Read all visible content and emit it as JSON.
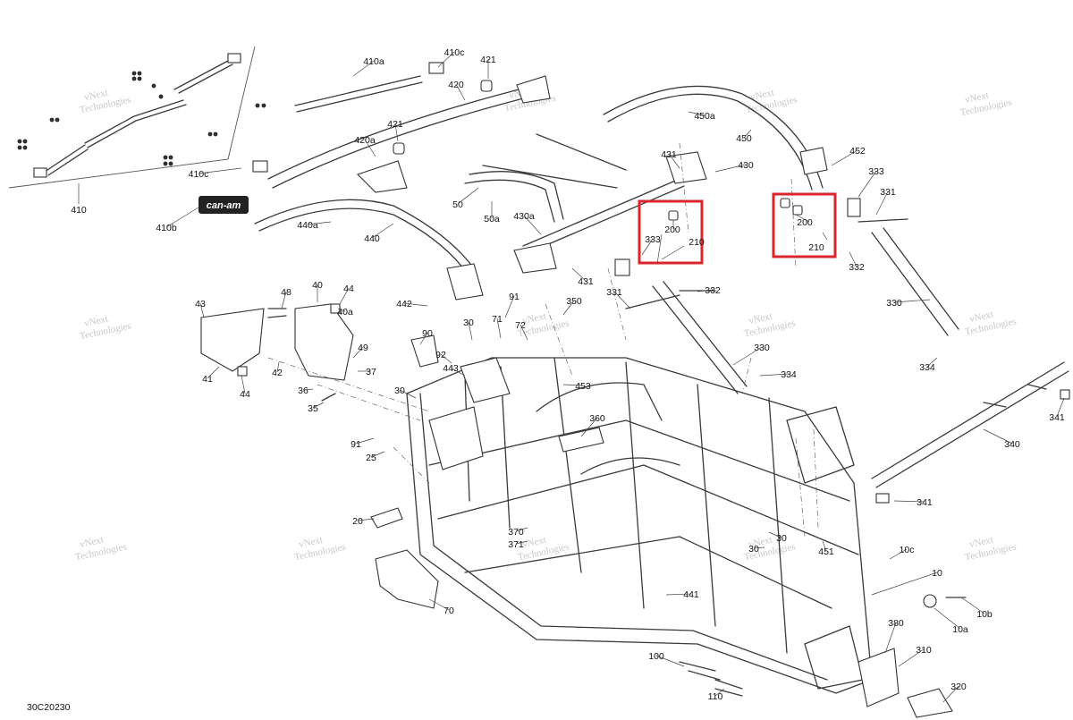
{
  "diagram": {
    "code": "30C20230",
    "logo_text": "can-am",
    "watermark": [
      "vNext",
      "Technologies"
    ],
    "highlight_color": "#d9262c",
    "labels": [
      {
        "id": "410a",
        "text": "410a"
      },
      {
        "id": "410c",
        "text": "410c"
      },
      {
        "id": "421a",
        "text": "421"
      },
      {
        "id": "420",
        "text": "420"
      },
      {
        "id": "421b",
        "text": "421"
      },
      {
        "id": "420a",
        "text": "420a"
      },
      {
        "id": "410c2",
        "text": "410c"
      },
      {
        "id": "410",
        "text": "410"
      },
      {
        "id": "410b",
        "text": "410b"
      },
      {
        "id": "50",
        "text": "50"
      },
      {
        "id": "50a",
        "text": "50a"
      },
      {
        "id": "440a",
        "text": "440a"
      },
      {
        "id": "440",
        "text": "440"
      },
      {
        "id": "430a",
        "text": "430a"
      },
      {
        "id": "431a",
        "text": "431"
      },
      {
        "id": "430",
        "text": "430"
      },
      {
        "id": "450a",
        "text": "450a"
      },
      {
        "id": "450",
        "text": "450"
      },
      {
        "id": "452",
        "text": "452"
      },
      {
        "id": "333a",
        "text": "333"
      },
      {
        "id": "331a",
        "text": "331"
      },
      {
        "id": "200a",
        "text": "200"
      },
      {
        "id": "210a",
        "text": "210"
      },
      {
        "id": "333b",
        "text": "333"
      },
      {
        "id": "200b",
        "text": "200"
      },
      {
        "id": "210b",
        "text": "210"
      },
      {
        "id": "332a",
        "text": "332"
      },
      {
        "id": "431b",
        "text": "431"
      },
      {
        "id": "331b",
        "text": "331"
      },
      {
        "id": "332b",
        "text": "332"
      },
      {
        "id": "330a",
        "text": "330"
      },
      {
        "id": "330b",
        "text": "330"
      },
      {
        "id": "334a",
        "text": "334"
      },
      {
        "id": "334b",
        "text": "334"
      },
      {
        "id": "43",
        "text": "43"
      },
      {
        "id": "48",
        "text": "48"
      },
      {
        "id": "40",
        "text": "40"
      },
      {
        "id": "44a",
        "text": "44"
      },
      {
        "id": "40a",
        "text": "40a"
      },
      {
        "id": "442",
        "text": "442"
      },
      {
        "id": "91a",
        "text": "91"
      },
      {
        "id": "30a",
        "text": "30"
      },
      {
        "id": "71",
        "text": "71"
      },
      {
        "id": "72",
        "text": "72"
      },
      {
        "id": "350",
        "text": "350"
      },
      {
        "id": "49",
        "text": "49"
      },
      {
        "id": "42",
        "text": "42"
      },
      {
        "id": "41",
        "text": "41"
      },
      {
        "id": "37",
        "text": "37"
      },
      {
        "id": "44b",
        "text": "44"
      },
      {
        "id": "36",
        "text": "36"
      },
      {
        "id": "35",
        "text": "35"
      },
      {
        "id": "90",
        "text": "90"
      },
      {
        "id": "92",
        "text": "92"
      },
      {
        "id": "443",
        "text": "443"
      },
      {
        "id": "453",
        "text": "453"
      },
      {
        "id": "30b",
        "text": "30"
      },
      {
        "id": "91b",
        "text": "91"
      },
      {
        "id": "25",
        "text": "25"
      },
      {
        "id": "360",
        "text": "360"
      },
      {
        "id": "340",
        "text": "340"
      },
      {
        "id": "341a",
        "text": "341"
      },
      {
        "id": "341b",
        "text": "341"
      },
      {
        "id": "20",
        "text": "20"
      },
      {
        "id": "370",
        "text": "370"
      },
      {
        "id": "371",
        "text": "371"
      },
      {
        "id": "30c",
        "text": "30"
      },
      {
        "id": "30d",
        "text": "30"
      },
      {
        "id": "451",
        "text": "451"
      },
      {
        "id": "10c",
        "text": "10c"
      },
      {
        "id": "10",
        "text": "10"
      },
      {
        "id": "10b",
        "text": "10b"
      },
      {
        "id": "10a",
        "text": "10a"
      },
      {
        "id": "70",
        "text": "70"
      },
      {
        "id": "441",
        "text": "441"
      },
      {
        "id": "380",
        "text": "380"
      },
      {
        "id": "310",
        "text": "310"
      },
      {
        "id": "320",
        "text": "320"
      },
      {
        "id": "100",
        "text": "100"
      },
      {
        "id": "110",
        "text": "110"
      }
    ]
  }
}
